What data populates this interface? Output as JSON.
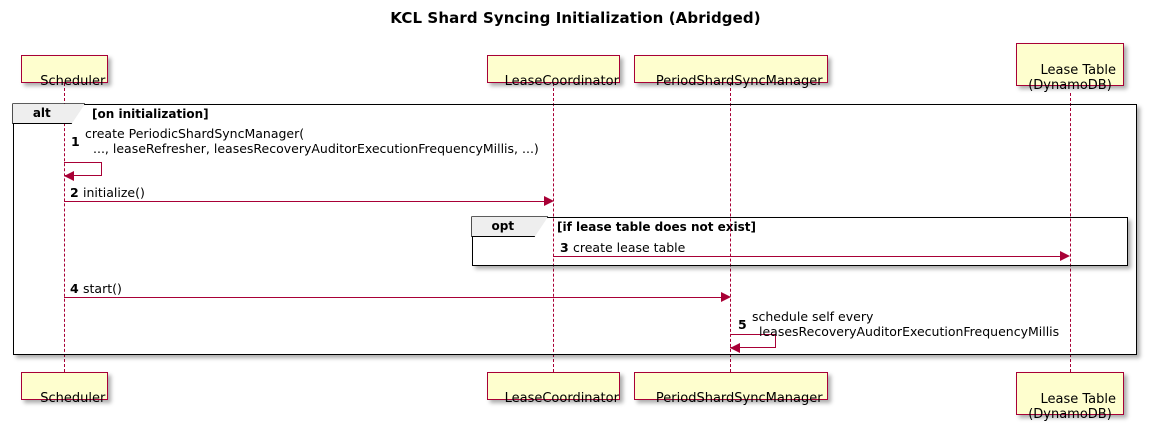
{
  "diagram": {
    "title": "KCL Shard Syncing Initialization (Abridged)",
    "type": "sequence-diagram"
  },
  "participants": [
    {
      "id": "scheduler",
      "label": "Scheduler"
    },
    {
      "id": "lease-coordinator",
      "label": "LeaseCoordinator"
    },
    {
      "id": "period-shard-sync-manager",
      "label": "PeriodShardSyncManager"
    },
    {
      "id": "lease-table",
      "label": "Lease Table\n(DynamoDB)"
    }
  ],
  "fragments": [
    {
      "id": "alt",
      "operator": "alt",
      "guard": "[on initialization]"
    },
    {
      "id": "opt",
      "operator": "opt",
      "guard": "[if lease table does not exist]"
    }
  ],
  "messages": [
    {
      "number": "1",
      "from": "scheduler",
      "to": "scheduler",
      "kind": "self",
      "line1": "create PeriodicShardSyncManager(",
      "line2": "..., leaseRefresher, leasesRecoveryAuditorExecutionFrequencyMillis, ...)"
    },
    {
      "number": "2",
      "from": "scheduler",
      "to": "lease-coordinator",
      "kind": "sync",
      "line1": "initialize()",
      "line2": ""
    },
    {
      "number": "3",
      "from": "lease-coordinator",
      "to": "lease-table",
      "kind": "sync",
      "line1": "create lease table",
      "line2": ""
    },
    {
      "number": "4",
      "from": "scheduler",
      "to": "period-shard-sync-manager",
      "kind": "sync",
      "line1": "start()",
      "line2": ""
    },
    {
      "number": "5",
      "from": "period-shard-sync-manager",
      "to": "period-shard-sync-manager",
      "kind": "self",
      "line1": "schedule self every",
      "line2": "leasesRecoveryAuditorExecutionFrequencyMillis"
    }
  ],
  "colors": {
    "participant_fill": "#FEFECE",
    "participant_border": "#A80036",
    "arrow": "#A80036",
    "fragment_border": "#000000",
    "fragment_tab_fill": "#EEEEEE",
    "background": "#FFFFFF"
  }
}
